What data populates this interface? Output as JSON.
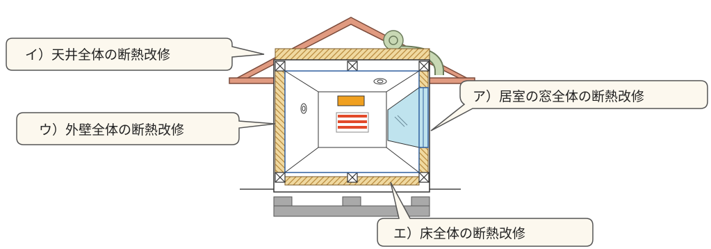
{
  "callouts": {
    "ceiling": "イ）天井全体の断熱改修",
    "window": "ア）居室の窓全体の断熱改修",
    "wall": "ウ）外壁全体の断熱改修",
    "floor": "エ）床全体の断熱改修"
  },
  "colors": {
    "roof": "#e09a80",
    "insulation": "#f0d9a0",
    "insulation_hatch": "#b8893c",
    "room_outline": "#2f5f9e",
    "callout_fill": "#fcf8ee",
    "callout_stroke": "#555555",
    "heater": "#e24a2a",
    "light": "#f0a020",
    "window_glass": "#bfe3ee",
    "duct": "#c8d8b4",
    "foundation": "#a9a9a9"
  }
}
